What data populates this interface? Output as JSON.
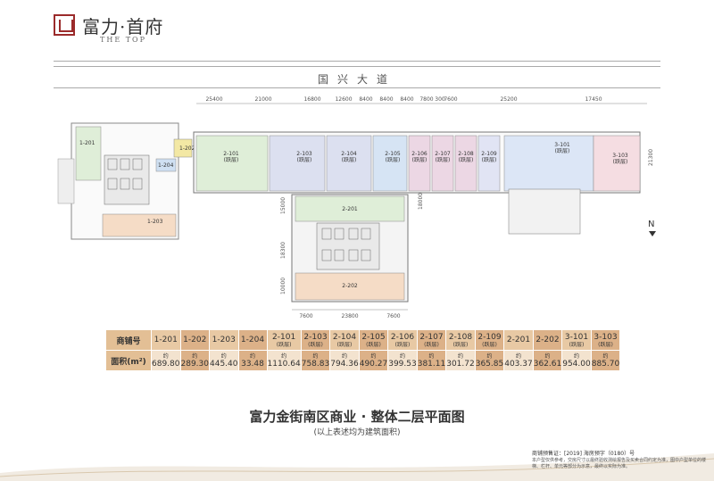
{
  "brand": {
    "name_cn": "富力·首府",
    "name_en": "THE TOP"
  },
  "road": "国兴大道",
  "north_label": "N",
  "dimensions": {
    "top": [
      "25400",
      "21000",
      "16800",
      "12600",
      "8400",
      "8400",
      "8400",
      "7800",
      "300",
      "7600",
      "25200",
      "17450"
    ],
    "bottom": [
      "7600",
      "23800",
      "7600"
    ],
    "side_right": "21300",
    "side_mid": "18000",
    "side_left": [
      "15000",
      "18300",
      "10000"
    ]
  },
  "units": [
    {
      "id": "1-201",
      "note": ""
    },
    {
      "id": "1-202",
      "note": ""
    },
    {
      "id": "1-203",
      "note": ""
    },
    {
      "id": "1-204",
      "note": ""
    },
    {
      "id": "2-101",
      "note": "(跃层)"
    },
    {
      "id": "2-103",
      "note": "(跃层)"
    },
    {
      "id": "2-104",
      "note": "(跃层)"
    },
    {
      "id": "2-105",
      "note": "(跃层)"
    },
    {
      "id": "2-106",
      "note": "(跃层)"
    },
    {
      "id": "2-107",
      "note": "(跃层)"
    },
    {
      "id": "2-108",
      "note": "(跃层)"
    },
    {
      "id": "2-109",
      "note": "(跃层)"
    },
    {
      "id": "2-201",
      "note": ""
    },
    {
      "id": "2-202",
      "note": ""
    },
    {
      "id": "3-101",
      "note": "(跃层)"
    },
    {
      "id": "3-103",
      "note": "(跃层)"
    }
  ],
  "table": {
    "header_unit": "商铺号",
    "header_area": "面积(m²)",
    "approx": "约",
    "areas": [
      "689.80",
      "289.30",
      "445.40",
      "33.48",
      "1110.64",
      "758.83",
      "794.36",
      "490.27",
      "399.53",
      "381.11",
      "301.72",
      "365.85",
      "403.37",
      "362.61",
      "954.00",
      "885.70"
    ]
  },
  "title": "富力金街南区商业 · 整体二层平面图",
  "subtitle": "(以上表述均为建筑面积)",
  "license": "商铺预售证：[2019] 海房预字（0180）号",
  "disclaimer": "本户型仅供参考，交房尺寸以最终验收测绘报告及买卖合同约定为准，图中户型单位的楼梯、栏杆、单元等部分为示意，最终以实际为准。"
}
